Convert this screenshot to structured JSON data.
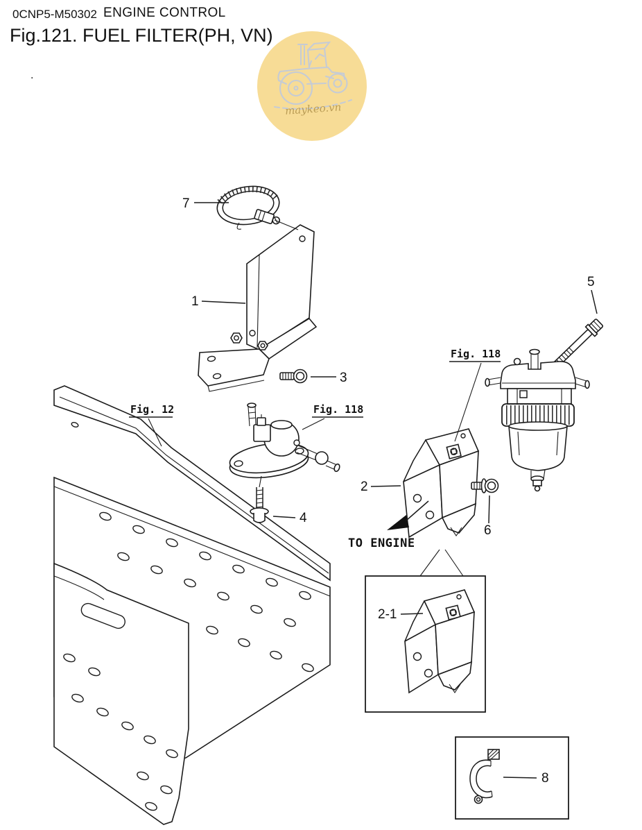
{
  "header": {
    "doc_code": "0CNP5-M50302",
    "section": "ENGINE CONTROL",
    "figure_title": "Fig.121.  FUEL FILTER(PH, VN)",
    "stray_mark": "."
  },
  "watermark": {
    "text": "maykeo.vn",
    "circle_color": "#f7dc96"
  },
  "diagram": {
    "labels": {
      "fig12": "Fig. 12",
      "fig118_left": "Fig. 118",
      "fig118_right": "Fig. 118",
      "to_engine": "TO ENGINE"
    },
    "callouts": {
      "c1": "1",
      "c2": "2",
      "c2_1": "2-1",
      "c3": "3",
      "c4": "4",
      "c5": "5",
      "c6": "6",
      "c7": "7",
      "c8": "8"
    },
    "line_color": "#1b1b1b"
  }
}
